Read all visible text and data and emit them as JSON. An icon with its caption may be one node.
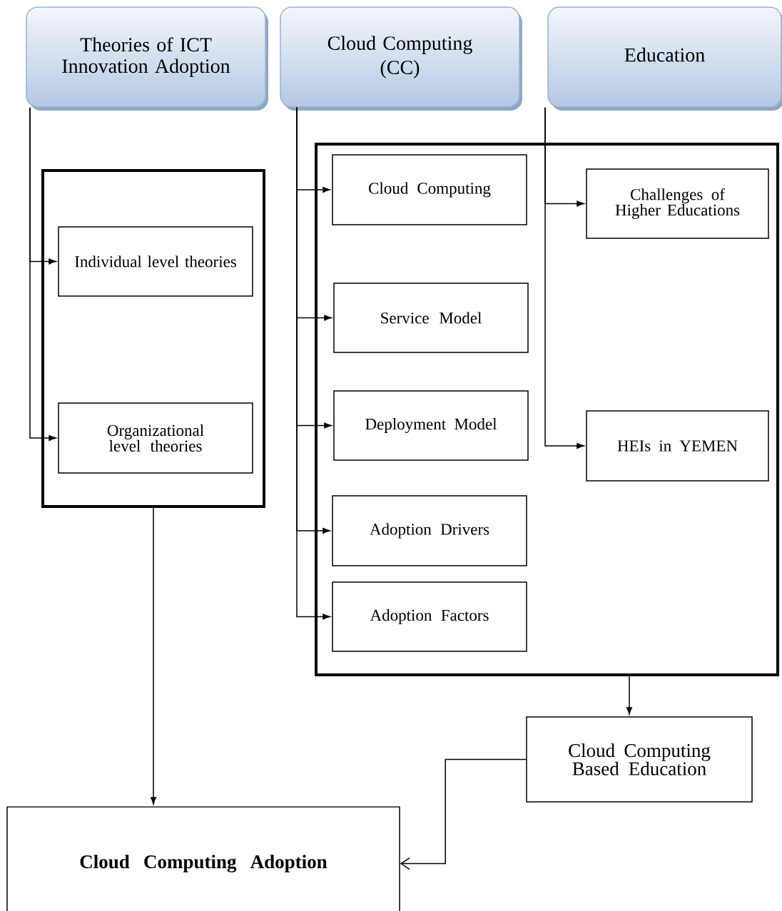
{
  "diagram": {
    "nodes": [
      {
        "text": [
          "Theories of ICT Innovation Adoption"
        ]
      },
      {
        "text": [
          "Cloud Computing (CC)"
        ]
      },
      {
        "text": [
          "Education"
        ]
      },
      {
        "text": [],
        "shape": "box"
      },
      {
        "text": [
          "Individual level theories"
        ],
        "in": 3
      },
      {
        "text": [
          "Organizational level theories"
        ],
        "in": 3
      },
      {
        "text": [],
        "shape": "box"
      },
      {
        "text": [
          "Cloud Computing"
        ],
        "in": 6
      },
      {
        "text": [
          "Service Model"
        ],
        "in": 6
      },
      {
        "text": [
          "Deployment Model"
        ],
        "in": 6
      },
      {
        "text": [
          "Adoption Drivers"
        ],
        "in": 6
      },
      {
        "text": [
          "Adoption Factors"
        ],
        "in": 6
      },
      {
        "text": [
          "Challenges of Higher Educations"
        ],
        "in": 6
      },
      {
        "text": [
          "HEIs in YEMEN"
        ],
        "in": 6
      },
      {
        "text": [
          "Cloud Computing Based Education"
        ]
      },
      {
        "text": [
          "Cloud Computing Adoption"
        ]
      }
    ],
    "edges": [
      {
        "from": 0,
        "to": 4,
        "arrow": "to"
      },
      {
        "from": 0,
        "to": 5,
        "arrow": "to"
      },
      {
        "from": 1,
        "to": 7,
        "arrow": "to"
      },
      {
        "from": 1,
        "to": 8,
        "arrow": "to"
      },
      {
        "from": 1,
        "to": 9,
        "arrow": "to"
      },
      {
        "from": 1,
        "to": 10,
        "arrow": "to"
      },
      {
        "from": 1,
        "to": 11,
        "arrow": "to"
      },
      {
        "from": 2,
        "to": 12,
        "arrow": "to"
      },
      {
        "from": 2,
        "to": 13,
        "arrow": "to"
      },
      {
        "from": 3,
        "to": 15,
        "arrow": "to"
      },
      {
        "from": 6,
        "to": 14,
        "arrow": "to"
      },
      {
        "from": 14,
        "to": 15,
        "arrow": "to"
      }
    ]
  }
}
